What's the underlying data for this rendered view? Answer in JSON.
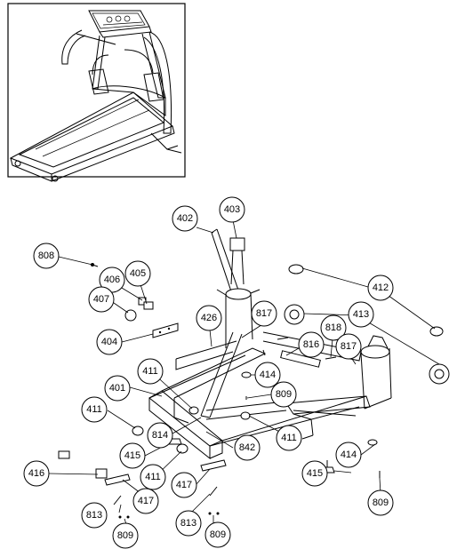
{
  "figure": {
    "inset_image": "treadmill-overview",
    "main_image": "exploded-base-frame-assembly"
  },
  "callouts": [
    {
      "id": "c808",
      "label": "808"
    },
    {
      "id": "c406",
      "label": "406"
    },
    {
      "id": "c405",
      "label": "405"
    },
    {
      "id": "c407",
      "label": "407"
    },
    {
      "id": "c404",
      "label": "404"
    },
    {
      "id": "c402",
      "label": "402"
    },
    {
      "id": "c403",
      "label": "403"
    },
    {
      "id": "c412",
      "label": "412"
    },
    {
      "id": "c426",
      "label": "426"
    },
    {
      "id": "c817a",
      "label": "817"
    },
    {
      "id": "c413",
      "label": "413"
    },
    {
      "id": "c818",
      "label": "818"
    },
    {
      "id": "c816",
      "label": "816"
    },
    {
      "id": "c817b",
      "label": "817"
    },
    {
      "id": "c414a",
      "label": "414"
    },
    {
      "id": "c411a",
      "label": "411"
    },
    {
      "id": "c401",
      "label": "401"
    },
    {
      "id": "c809a",
      "label": "809"
    },
    {
      "id": "c411b",
      "label": "411"
    },
    {
      "id": "c814",
      "label": "814"
    },
    {
      "id": "c842",
      "label": "842"
    },
    {
      "id": "c411c",
      "label": "411"
    },
    {
      "id": "c415a",
      "label": "415"
    },
    {
      "id": "c414b",
      "label": "414"
    },
    {
      "id": "c416",
      "label": "416"
    },
    {
      "id": "c411d",
      "label": "411"
    },
    {
      "id": "c417a",
      "label": "417"
    },
    {
      "id": "c415b",
      "label": "415"
    },
    {
      "id": "c417b",
      "label": "417"
    },
    {
      "id": "c809b",
      "label": "809"
    },
    {
      "id": "c813a",
      "label": "813"
    },
    {
      "id": "c813b",
      "label": "813"
    },
    {
      "id": "c809c",
      "label": "809"
    },
    {
      "id": "c809d",
      "label": "809"
    }
  ]
}
